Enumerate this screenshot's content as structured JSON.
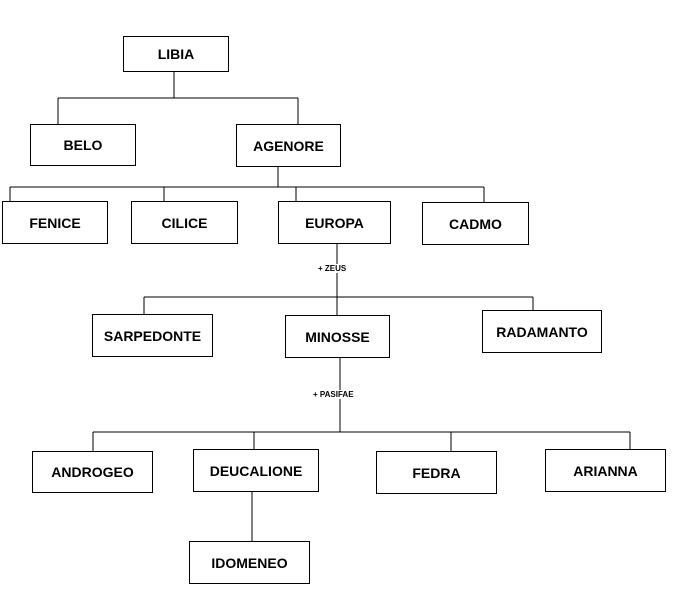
{
  "nodes": {
    "libia": "LIBIA",
    "belo": "BELO",
    "agenore": "AGENORE",
    "fenice": "FENICE",
    "cilice": "CILICE",
    "europa": "EUROPA",
    "cadmo": "CADMO",
    "sarpedonte": "SARPEDONTE",
    "minosse": "MINOSSE",
    "radamanto": "RADAMANTO",
    "androgeo": "ANDROGEO",
    "deucalione": "DEUCALIONE",
    "fedra": "FEDRA",
    "arianna": "ARIANNA",
    "idomeneo": "IDOMENEO"
  },
  "spouses": {
    "europa": "+ ZEUS",
    "minosse": "+ PASIFAE"
  }
}
